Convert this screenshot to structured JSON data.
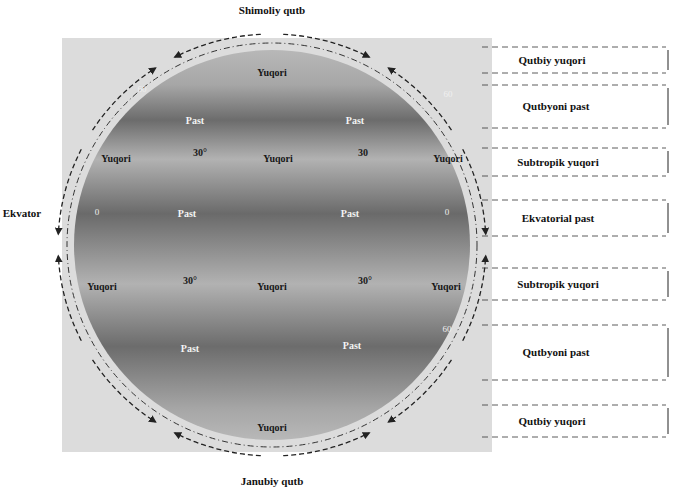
{
  "diagram": {
    "labels": [
      "Shimoliy qutb",
      "Qutbiy yuqori",
      "Yuqori",
      "Qutbyoni past",
      "60",
      "Past",
      "Past",
      "60",
      "Subtropik yuqori",
      "Yuqori",
      "30°",
      "Yuqori",
      "30",
      "Yuqori",
      "Ekvator",
      "0",
      "Past",
      "Past",
      "0",
      "Ekvatorial past",
      "Yuqori",
      "30°",
      "Yuqori",
      "30°",
      "Yuqori",
      "Subtropik yuqori",
      "Past",
      "Past",
      "60",
      "Qutbyoni past",
      "Yuqori",
      "Qutbiy yuqori",
      "Janubiy qutb"
    ]
  }
}
